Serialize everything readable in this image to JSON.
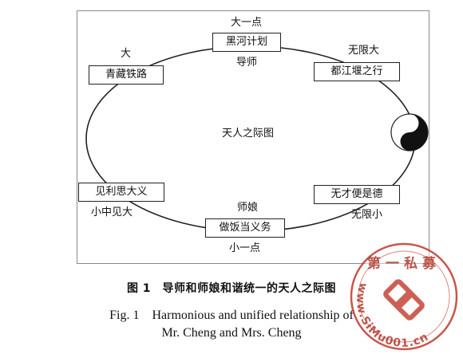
{
  "diagram": {
    "center_label": "天人之际图",
    "nodes": [
      {
        "id": "top",
        "box": "黑河计划",
        "above": "大一点",
        "below": "导师"
      },
      {
        "id": "upper-right",
        "box": "都江堰之行",
        "above": "无限大"
      },
      {
        "id": "upper-left",
        "box": "青藏铁路",
        "above": "大"
      },
      {
        "id": "lower-right",
        "box": "无才便是德",
        "below": "无限小"
      },
      {
        "id": "lower-left",
        "box": "见利思大义",
        "below": "小中见大"
      },
      {
        "id": "bottom",
        "box": "做饭当义务",
        "above": "师娘",
        "below": "小一点"
      }
    ]
  },
  "caption": {
    "cn": "图 1　导师和师娘和谐统一的天人之际图",
    "en_line1": "Fig. 1　Harmonious and unified relationship of",
    "en_line2": "Mr. Cheng and Mrs. Cheng"
  },
  "watermark": {
    "top_text": "第一私募",
    "ring_text": "www.SiMu001.cn",
    "color": "#c0392b"
  }
}
